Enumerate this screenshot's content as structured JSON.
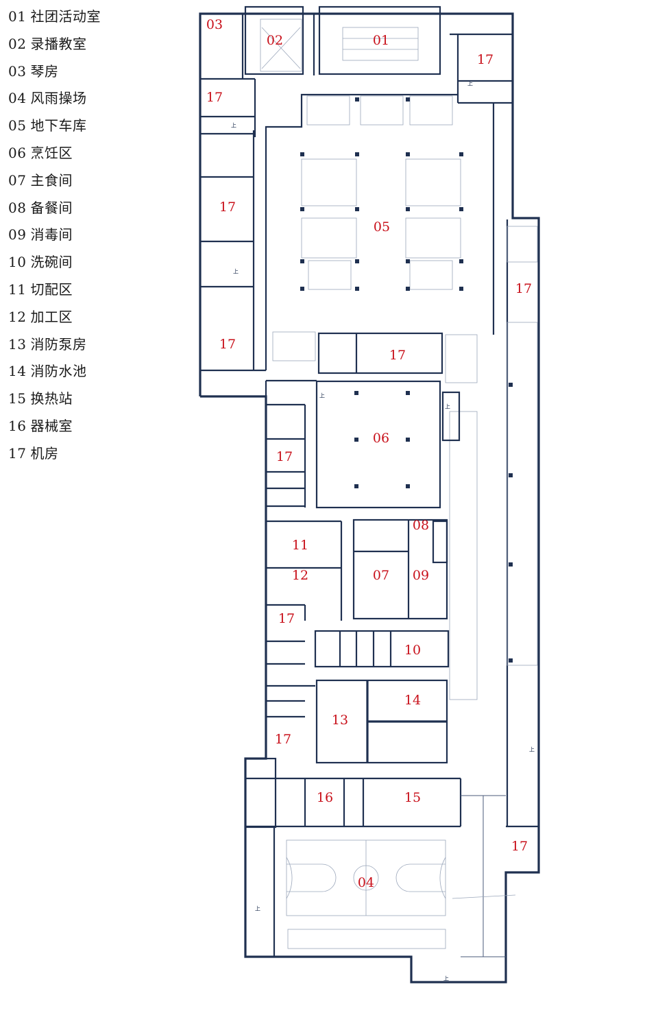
{
  "legend": [
    {
      "code": "01",
      "name": "社团活动室"
    },
    {
      "code": "02",
      "name": "录播教室"
    },
    {
      "code": "03",
      "name": "琴房"
    },
    {
      "code": "04",
      "name": "风雨操场"
    },
    {
      "code": "05",
      "name": "地下车库"
    },
    {
      "code": "06",
      "name": "烹饪区"
    },
    {
      "code": "07",
      "name": "主食间"
    },
    {
      "code": "08",
      "name": "备餐间"
    },
    {
      "code": "09",
      "name": "消毒间"
    },
    {
      "code": "10",
      "name": "洗碗间"
    },
    {
      "code": "11",
      "name": "切配区"
    },
    {
      "code": "12",
      "name": "加工区"
    },
    {
      "code": "13",
      "name": "消防泵房"
    },
    {
      "code": "14",
      "name": "消防水池"
    },
    {
      "code": "15",
      "name": "换热站"
    },
    {
      "code": "16",
      "name": "器械室"
    },
    {
      "code": "17",
      "name": "机房"
    }
  ],
  "plan": {
    "stair_label": "上",
    "room_labels": [
      "01",
      "02",
      "03",
      "04",
      "05",
      "06",
      "07",
      "08",
      "09",
      "10",
      "11",
      "12",
      "13",
      "14",
      "15",
      "16",
      "17"
    ]
  }
}
